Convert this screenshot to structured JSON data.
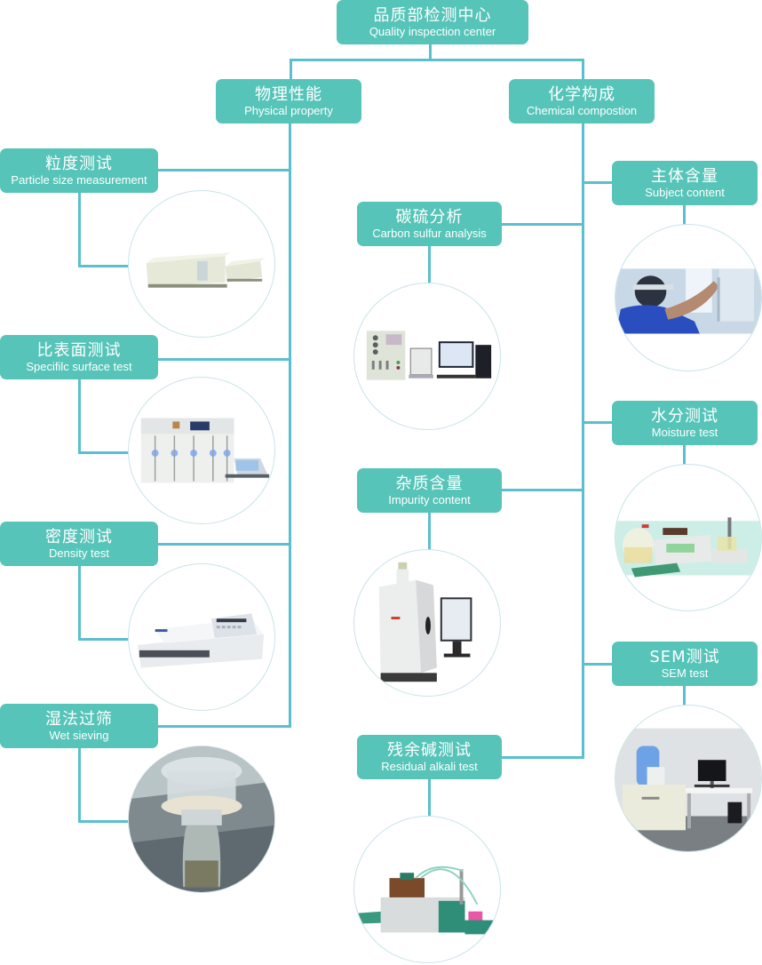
{
  "colors": {
    "node_fill": "#56c4b8",
    "connector": "#5bbfcf",
    "circle_border": "#c9e3e8",
    "text": "#ffffff"
  },
  "root": {
    "zh": "品质部检测中心",
    "en": "Quality inspection center"
  },
  "branches": [
    {
      "zh": "物理性能",
      "en": "Physical property",
      "items": [
        {
          "zh": "粒度测试",
          "en": "Particle size measurement",
          "image": "particle-size-analyzer-image"
        },
        {
          "zh": "比表面测试",
          "en": "Specifilc surface test",
          "image": "surface-area-analyzer-image"
        },
        {
          "zh": "密度测试",
          "en": "Density test",
          "image": "density-tester-image"
        },
        {
          "zh": "湿法过筛",
          "en": "Wet sieving",
          "image": "wet-sieve-photo"
        }
      ]
    },
    {
      "zh": "化学构成",
      "en": "Chemical compostion",
      "items": [
        {
          "zh": "碳硫分析",
          "en": "Carbon sulfur analysis",
          "image": "carbon-sulfur-analyzer-image"
        },
        {
          "zh": "杂质含量",
          "en": "Impurity content",
          "image": "icp-spectrometer-image"
        },
        {
          "zh": "残余碱测试",
          "en": "Residual alkali test",
          "image": "titrator-image"
        },
        {
          "zh": "主体含量",
          "en": "Subject content",
          "image": "lab-technician-photo"
        },
        {
          "zh": "水分测试",
          "en": "Moisture test",
          "image": "moisture-titrator-image"
        },
        {
          "zh": "SEM测试",
          "en": "SEM test",
          "image": "sem-microscope-image"
        }
      ]
    }
  ]
}
